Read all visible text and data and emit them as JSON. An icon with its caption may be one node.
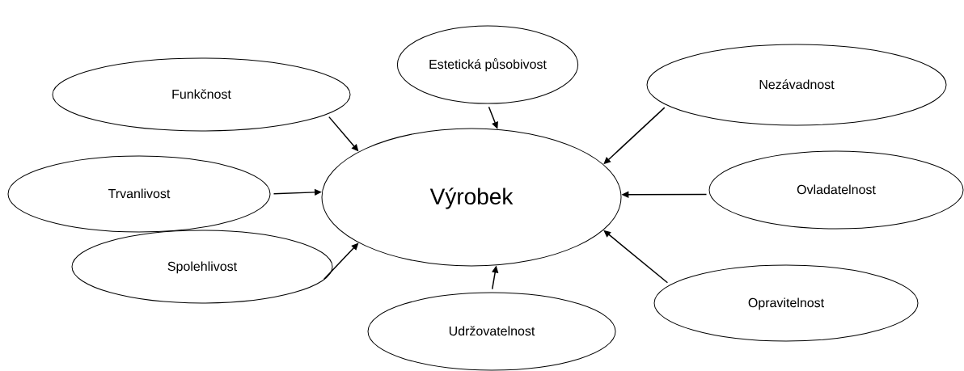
{
  "diagram": {
    "nodes": [
      {
        "text": [
          "Estetická působivost"
        ]
      },
      {
        "text": [
          "Funkčnost"
        ]
      },
      {
        "text": [
          "Nezávadnost"
        ]
      },
      {
        "text": [
          "Výrobek"
        ]
      },
      {
        "text": [
          "Trvanlivost"
        ]
      },
      {
        "text": [
          "Ovladatelnost"
        ]
      },
      {
        "text": [
          "Spolehlivost"
        ]
      },
      {
        "text": [
          "Opravitelnost"
        ]
      },
      {
        "text": [
          "Udržovatelnost"
        ]
      }
    ],
    "edges": [
      {
        "from": 0,
        "to": 3,
        "arrow": "to"
      },
      {
        "from": 1,
        "to": 3,
        "arrow": "to"
      },
      {
        "from": 2,
        "to": 3,
        "arrow": "to"
      },
      {
        "from": 4,
        "to": 3,
        "arrow": "to"
      },
      {
        "from": 5,
        "to": 3,
        "arrow": "to"
      },
      {
        "from": 6,
        "to": 3,
        "arrow": "to"
      },
      {
        "from": 7,
        "to": 3,
        "arrow": "to"
      },
      {
        "from": 8,
        "to": 3,
        "arrow": "to"
      }
    ]
  }
}
